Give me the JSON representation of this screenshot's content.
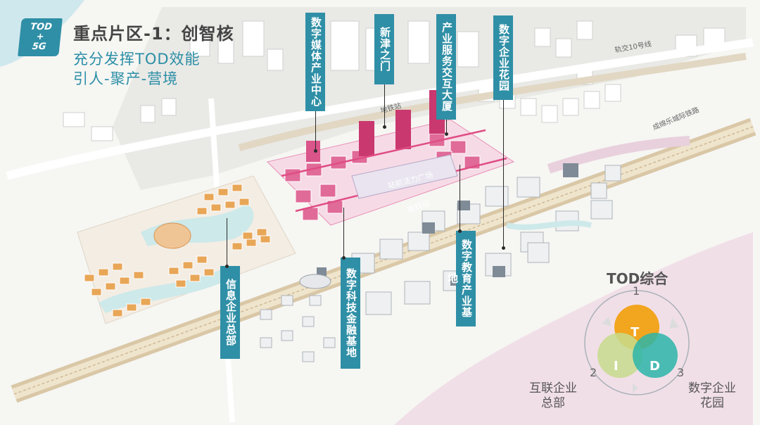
{
  "badge": {
    "line1": "TOD",
    "line2": "+",
    "line3": "5G"
  },
  "title": "重点片区-1：创智核",
  "subtitle_lines": [
    "充分发挥TOD效能",
    "引人-聚产-营境"
  ],
  "callouts": {
    "digital_media": "数字媒体产业中心",
    "xinjin_gate": "新津之门",
    "industry_service": "产业服务交互大厦",
    "digital_enterprise_garden": "数字企业花园",
    "info_hq": "信息企业总部",
    "digital_fintech": "数字科技金融基地",
    "digital_education": "数字教育产业基地"
  },
  "map_labels": {
    "metro_line": "轨交10号线",
    "intercity_rail": "成绵乐城际铁路",
    "metro_station": "地铁站",
    "plaza": "站前活力广场",
    "hsr_station": "高铁站"
  },
  "venn": {
    "title": "TOD综合",
    "letters": [
      "T",
      "I",
      "D"
    ],
    "numbers": [
      "1",
      "2",
      "3"
    ],
    "caption_left": [
      "互联企业",
      "总部"
    ],
    "caption_right": [
      "数字企业",
      "花园"
    ],
    "colors": {
      "T": "#f2a51e",
      "I": "#c7dc8c",
      "D": "#2bb5a9"
    }
  },
  "colors": {
    "accent": "#2f8fa6",
    "pink_core": "#e04d85"
  }
}
